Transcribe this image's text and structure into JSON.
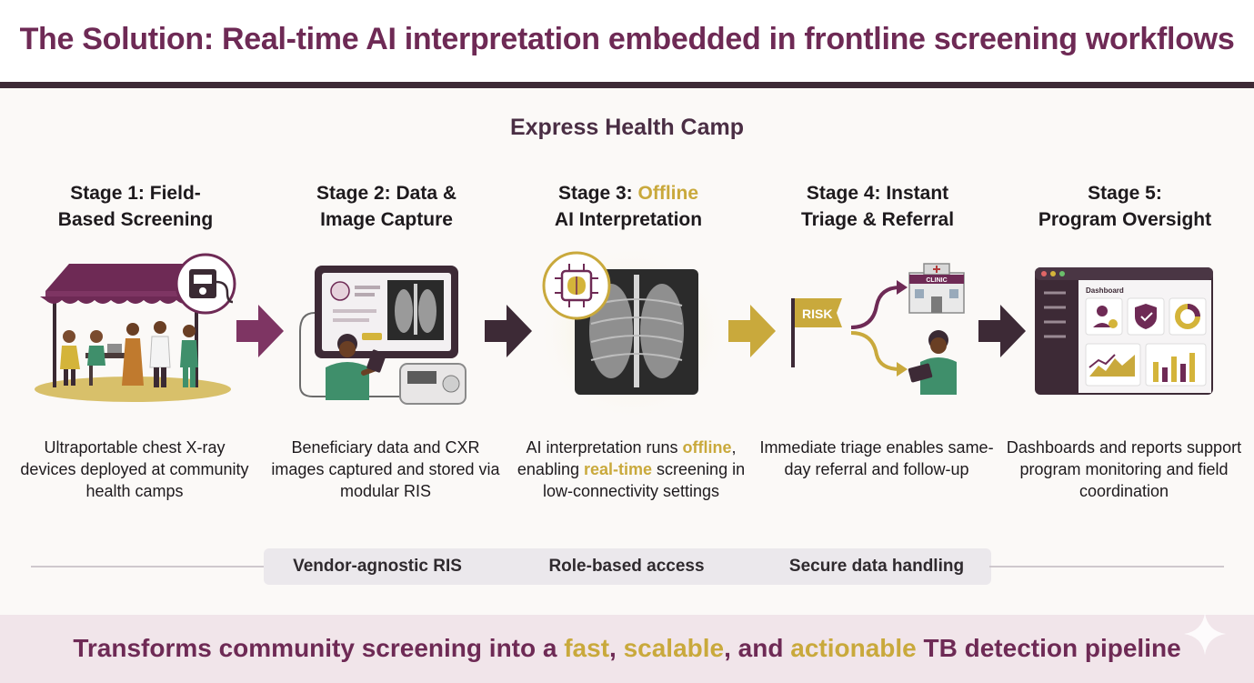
{
  "title": "The Solution: Real-time AI interpretation embedded in frontline screening workflows",
  "camp_title": "Express Health Camp",
  "stages": [
    {
      "head_line1": "Stage 1: Field-",
      "head_line2": "Based Screening",
      "desc": "Ultraportable chest X-ray devices deployed at community health camps"
    },
    {
      "head_line1": "Stage 2: Data &",
      "head_line2": "Image Capture",
      "desc": "Beneficiary data and CXR images captured and stored via modular RIS"
    },
    {
      "head_prefix": "Stage 3: ",
      "head_highlight": "Offline",
      "head_line2": "AI Interpretation",
      "desc_a": "AI interpretation runs ",
      "desc_b": "offline",
      "desc_c": ", enabling ",
      "desc_d": "real-time",
      "desc_e": " screening in low-connectivity settings"
    },
    {
      "head_line1": "Stage 4: Instant",
      "head_line2": "Triage & Referral",
      "desc": "Immediate triage enables same-day referral and follow-up",
      "risk_label": "RISK",
      "clinic_label": "CLINIC"
    },
    {
      "head_line1": "Stage 5:",
      "head_line2": "Program Oversight",
      "desc": "Dashboards and reports support program monitoring and field coordination",
      "dashboard_label": "Dashboard"
    }
  ],
  "features": [
    "Vendor-agnostic RIS",
    "Role-based access",
    "Secure data handling"
  ],
  "footer": {
    "part1": "Transforms community screening into a ",
    "fast": "fast",
    "sep1": ", ",
    "scalable": "scalable",
    "sep2": ", and ",
    "actionable": "actionable",
    "part2": " TB detection pipeline"
  },
  "colors": {
    "plum": "#6e2a55",
    "gold": "#c9a93c",
    "dark": "#3d2a36",
    "green": "#3f8f6b"
  }
}
